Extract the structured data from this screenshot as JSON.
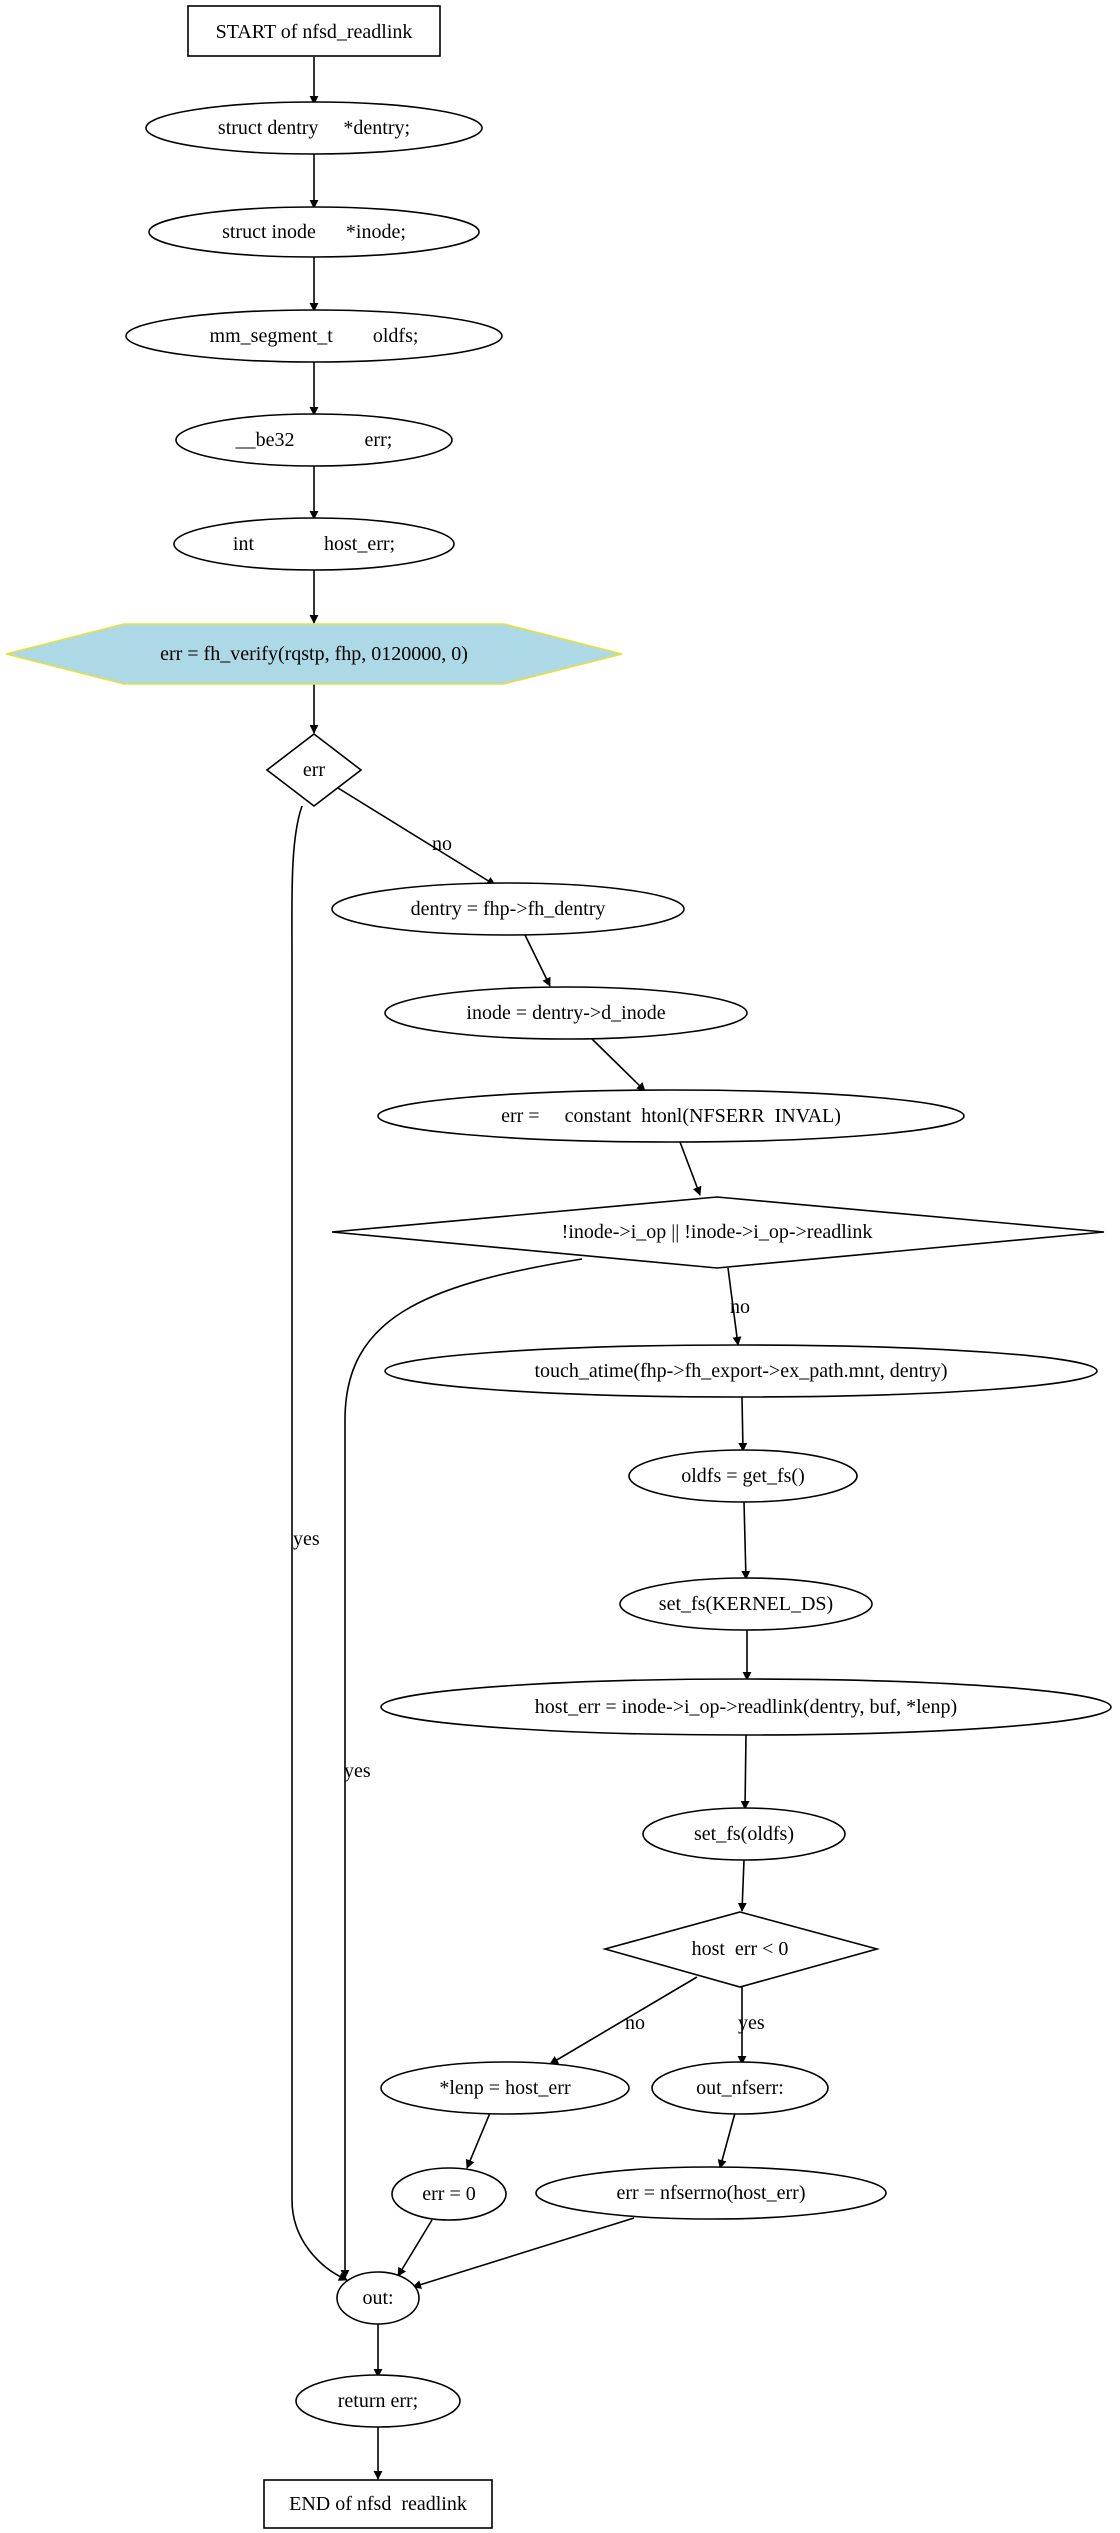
{
  "diagram": {
    "nodes": {
      "start": "START of nfsd_readlink",
      "decl_dentry": "struct dentry     *dentry;",
      "decl_inode": "struct inode      *inode;",
      "decl_oldfs": "mm_segment_t        oldfs;",
      "decl_err": "__be32              err;",
      "decl_host_err": "int              host_err;",
      "fh_verify": "err = fh_verify(rqstp, fhp, 0120000, 0)",
      "cond_err": "err",
      "assign_dentry": "dentry = fhp->fh_dentry",
      "assign_inode": "inode = dentry->d_inode",
      "assign_err_inval": "err =     constant  htonl(NFSERR  INVAL)",
      "cond_readlink": "!inode->i_op || !inode->i_op->readlink",
      "touch_atime": "touch_atime(fhp->fh_export->ex_path.mnt, dentry)",
      "get_fs": "oldfs = get_fs()",
      "set_fs_kernel": "set_fs(KERNEL_DS)",
      "call_readlink": "host_err = inode->i_op->readlink(dentry, buf, *lenp)",
      "set_fs_old": "set_fs(oldfs)",
      "cond_host_err": "host  err < 0",
      "assign_lenp": "*lenp = host_err",
      "label_out_nfserr": "out_nfserr:",
      "assign_err_zero": "err = 0",
      "assign_err_nfserrno": "err = nfserrno(host_err)",
      "label_out": "out:",
      "return_err": "return err;",
      "end": "END of nfsd  readlink"
    },
    "edge_labels": {
      "cond_err_no": "no",
      "cond_err_yes": "yes",
      "cond_readlink_no": "no",
      "cond_readlink_yes": "yes",
      "cond_host_err_no": "no",
      "cond_host_err_yes": "yes"
    }
  }
}
